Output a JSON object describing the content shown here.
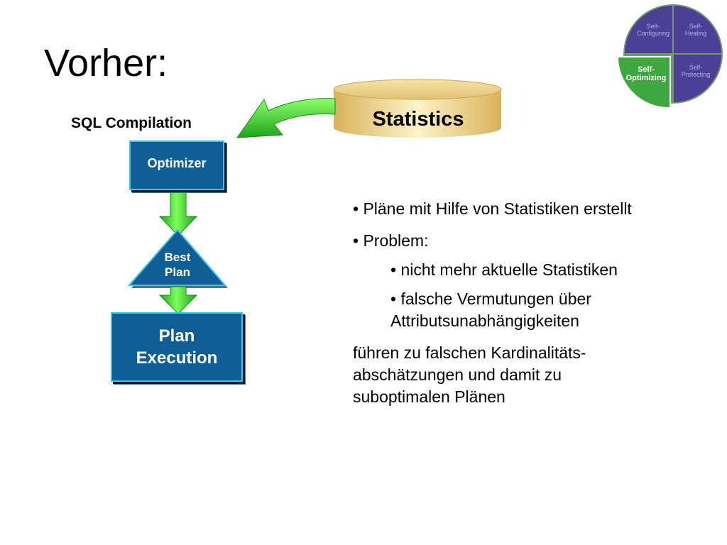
{
  "slide": {
    "title": "Vorher:",
    "sql_compilation": "SQL Compilation"
  },
  "diagram": {
    "statistics": "Statistics",
    "optimizer": "Optimizer",
    "best_plan": "Best\nPlan",
    "plan_execution": "Plan\nExecution"
  },
  "wheel": {
    "top_left": "Self-\nConfiguring",
    "top_right": "Self-\nHealing",
    "bottom_left": "Self-\nOptimizing",
    "bottom_right": "Self-\nProtecting",
    "colors": {
      "purple": "#4b3f96",
      "green": "#3da83d",
      "ring": "#6e9a6e"
    }
  },
  "bullets": {
    "b1": "• Pläne mit Hilfe von Statistiken erstellt",
    "b2": "• Problem:",
    "s1": "• nicht mehr aktuelle Statistiken",
    "s2": "• falsche Vermutungen über\nAttributsunabhängigkeiten",
    "conclusion": "führen zu falschen Kardinalitäts-\nabschätzungen und damit  zu\nsuboptimalen Plänen"
  },
  "colors": {
    "box_fill": "#0f5e96",
    "box_border": "#35c6e9",
    "arrow_green": "#33cc33",
    "cylinder": "#e8c77a"
  }
}
